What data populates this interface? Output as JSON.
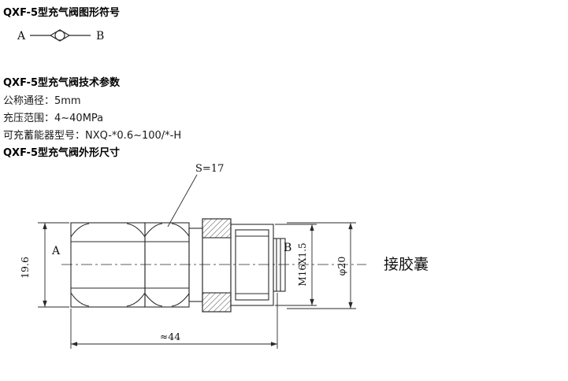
{
  "sections": {
    "symbol_title": "QXF-5型充气阀图形符号",
    "params_title": "QXF-5型充气阀技术参数",
    "dims_title": "QXF-5型充气阀外形尺寸"
  },
  "symbol": {
    "port_a": "A",
    "port_b": "B"
  },
  "params": [
    {
      "text": "公称通径：5mm"
    },
    {
      "text": "充压范围：4~40MPa"
    },
    {
      "text": "可充蓄能器型号：NXQ-*0.6~100/*-H"
    }
  ],
  "drawing": {
    "wrench_size": "S=17",
    "port_a": "A",
    "port_b": "B",
    "height_dim": "19.6",
    "thread_dim": "M16X1.5",
    "diameter_dim": "φ20",
    "length_dim": "≈44",
    "annotation": "接胶囊"
  },
  "colors": {
    "line": "#2a2a2a",
    "text": "#111111",
    "background": "#ffffff"
  }
}
